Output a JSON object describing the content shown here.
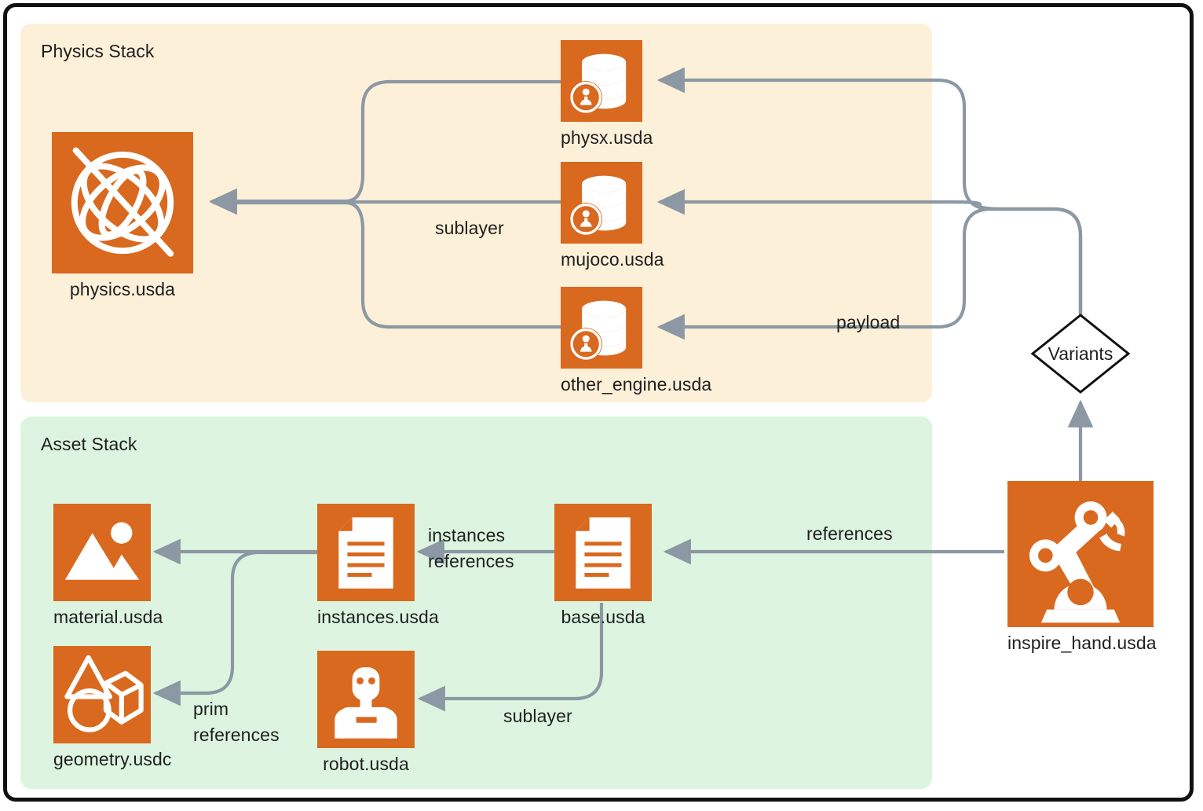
{
  "diagram": {
    "title": "USD Layer Composition Diagram",
    "background": "#ffffff",
    "accent_orange": "#d9691f",
    "edge_color": "#8c98a4",
    "frame_color": "#111111"
  },
  "panels": [
    {
      "id": "physics",
      "title": "Physics Stack",
      "color": "#fdf0d9"
    },
    {
      "id": "asset",
      "title": "Asset Stack",
      "color": "#ddf5e0"
    }
  ],
  "nodes": [
    {
      "id": "physics_usda",
      "label": "physics.usda",
      "icon": "atom-icon",
      "panel": "physics"
    },
    {
      "id": "physx_usda",
      "label": "physx.usda",
      "icon": "database-user-icon",
      "panel": "physics"
    },
    {
      "id": "mujoco_usda",
      "label": "mujoco.usda",
      "icon": "database-user-icon",
      "panel": "physics"
    },
    {
      "id": "other_engine_usda",
      "label": "other_engine.usda",
      "icon": "database-user-icon",
      "panel": "physics"
    },
    {
      "id": "material_usda",
      "label": "material.usda",
      "icon": "image-icon",
      "panel": "asset"
    },
    {
      "id": "geometry_usdc",
      "label": "geometry.usdc",
      "icon": "shapes-icon",
      "panel": "asset"
    },
    {
      "id": "instances_usda",
      "label": "instances.usda",
      "icon": "document-icon",
      "panel": "asset"
    },
    {
      "id": "base_usda",
      "label": "base.usda",
      "icon": "document-icon",
      "panel": "asset"
    },
    {
      "id": "robot_usda",
      "label": "robot.usda",
      "icon": "robot-icon",
      "panel": "asset"
    },
    {
      "id": "inspire_hand_usda",
      "label": "inspire_hand.usda",
      "icon": "robot-arm-icon",
      "panel": "none"
    }
  ],
  "variants_node": {
    "id": "variants",
    "label": "Variants",
    "shape": "diamond"
  },
  "edge_labels": {
    "sublayer_physics": "sublayer",
    "payload": "payload",
    "references_main": "references",
    "instances_references_line1": "instances",
    "instances_references_line2": "references",
    "prim_references_line1": "prim",
    "prim_references_line2": "references",
    "sublayer_asset": "sublayer"
  },
  "edges": [
    {
      "from": "physx_usda",
      "to": "physics_usda",
      "label": "sublayer"
    },
    {
      "from": "mujoco_usda",
      "to": "physics_usda",
      "label": "sublayer"
    },
    {
      "from": "other_engine_usda",
      "to": "physics_usda",
      "label": "sublayer"
    },
    {
      "from": "variants",
      "to": "physx_usda",
      "label": "payload"
    },
    {
      "from": "variants",
      "to": "mujoco_usda",
      "label": "payload"
    },
    {
      "from": "variants",
      "to": "other_engine_usda",
      "label": "payload"
    },
    {
      "from": "inspire_hand_usda",
      "to": "variants",
      "label": ""
    },
    {
      "from": "inspire_hand_usda",
      "to": "base_usda",
      "label": "references"
    },
    {
      "from": "base_usda",
      "to": "instances_usda",
      "label": "instances references"
    },
    {
      "from": "base_usda",
      "to": "robot_usda",
      "label": "sublayer"
    },
    {
      "from": "instances_usda",
      "to": "material_usda",
      "label": ""
    },
    {
      "from": "instances_usda",
      "to": "geometry_usdc",
      "label": "prim references"
    }
  ]
}
